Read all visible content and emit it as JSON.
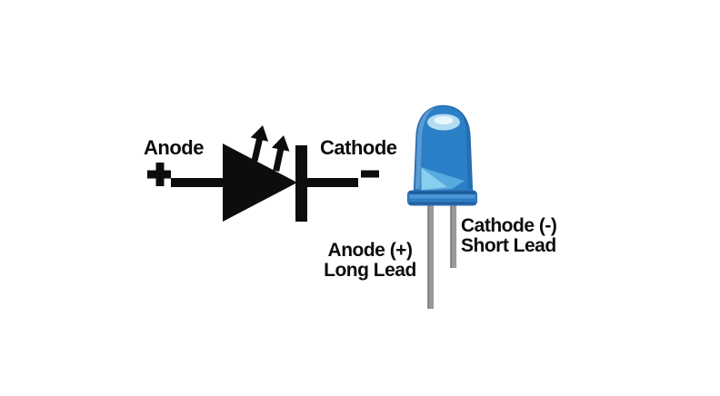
{
  "schematic": {
    "anode_label": "Anode",
    "anode_sign": "+",
    "cathode_label": "Cathode",
    "cathode_sign": "-"
  },
  "led_photo": {
    "anode_label_line1": "Anode (+)",
    "anode_label_line2": "Long Lead",
    "cathode_label_line1": "Cathode (-)",
    "cathode_label_line2": "Short Lead"
  },
  "colors": {
    "symbol_black": "#0d0d0d",
    "led_body_blue": "#2b7fc6",
    "led_flange_blue": "#2f7cc4",
    "led_flange_dark": "#1e5c9e",
    "led_flange_light": "#4f9bd8",
    "led_outline_blue": "#2a6cb0",
    "led_highlight": "#b9e2f5",
    "led_highlight_bright": "#e9f7fd",
    "led_reflection": "#5fb0e2",
    "led_reflection_bright": "#8ed1f0",
    "lead_gray": "#9a9a9a",
    "background": "#ffffff"
  }
}
